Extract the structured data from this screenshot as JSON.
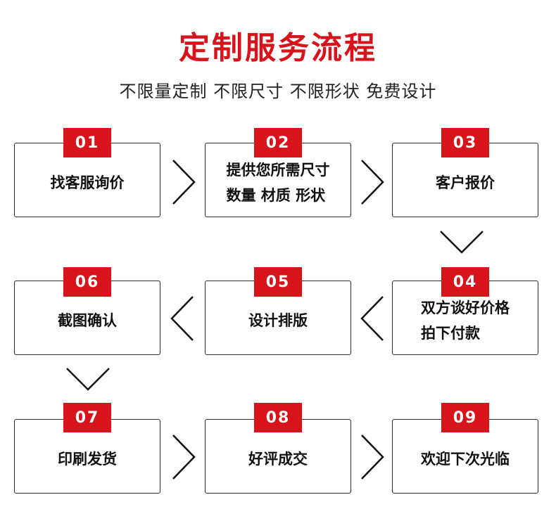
{
  "title": "定制服务流程",
  "subtitle": "不限量定制 不限尺寸 不限形状 免费设计",
  "colors": {
    "accent": "#d7141c",
    "border": "#2b2b2b"
  },
  "steps": [
    {
      "num": "01",
      "lines": [
        "找客服询价"
      ]
    },
    {
      "num": "02",
      "lines": [
        "提供您所需尺寸",
        "数量 材质 形状"
      ]
    },
    {
      "num": "03",
      "lines": [
        "客户报价"
      ]
    },
    {
      "num": "04",
      "lines": [
        "双方谈好价格",
        "拍下付款"
      ]
    },
    {
      "num": "05",
      "lines": [
        "设计排版"
      ]
    },
    {
      "num": "06",
      "lines": [
        "截图确认"
      ]
    },
    {
      "num": "07",
      "lines": [
        "印刷发货"
      ]
    },
    {
      "num": "08",
      "lines": [
        "好评成交"
      ]
    },
    {
      "num": "09",
      "lines": [
        "欢迎下次光临"
      ]
    }
  ]
}
